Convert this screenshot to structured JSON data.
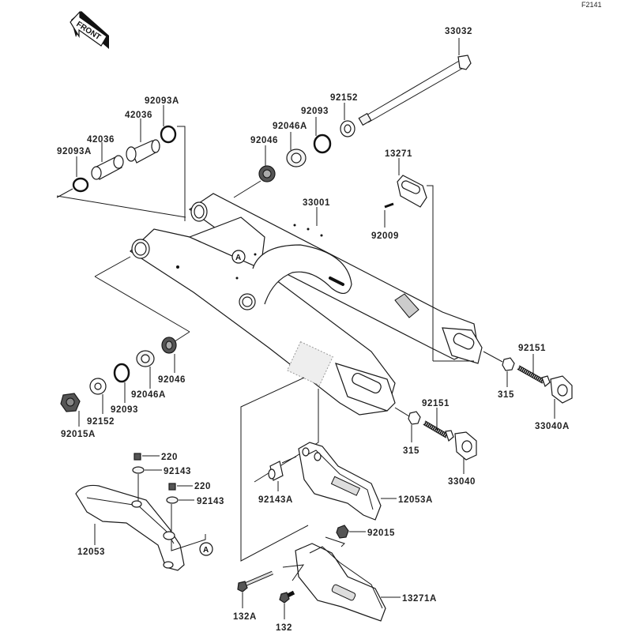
{
  "diagram": {
    "reference_code": "F2141",
    "front_indicator": "FRONT",
    "section_marker": "A",
    "parts": {
      "axle": "33032",
      "swingarm": "33001",
      "collar_upper_right": "92093A",
      "sleeve_upper": "42036",
      "sleeve_lower": "42036",
      "collar_upper_left": "92093A",
      "needle_bearing_upper": "92046",
      "seal_upper": "92046A",
      "oil_seal_upper": "92093",
      "washer_upper": "92152",
      "chain_cover": "13271",
      "cover_screw": "92009",
      "adjuster_bolt_right": "92151",
      "nut_right": "315",
      "adjuster_block_right": "33040A",
      "adjuster_bolt_left": "92151",
      "nut_left": "315",
      "adjuster_block_left": "33040",
      "needle_bearing_lower": "92046",
      "seal_lower": "92046A",
      "oil_seal_lower": "92093",
      "washer_lower": "92152",
      "pivot_nut": "92015A",
      "bolt_upper": "220",
      "washer_92143_upper": "92143",
      "bolt_lower": "220",
      "washer_92143_lower": "92143",
      "chain_slider": "12053",
      "collar_guide": "92143A",
      "chain_guide": "12053A",
      "guide_nut": "92015",
      "guide_plate": "13271A",
      "flange_bolt_long": "132A",
      "flange_bolt_short": "132"
    }
  }
}
